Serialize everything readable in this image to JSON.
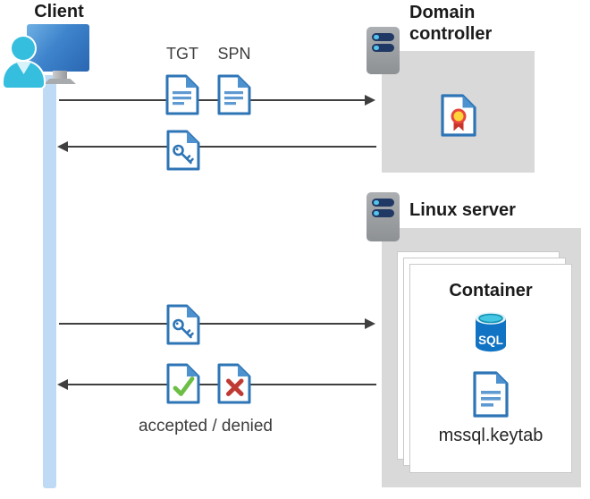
{
  "client": {
    "label": "Client"
  },
  "domain_controller": {
    "label": "Domain controller"
  },
  "linux_server": {
    "label": "Linux server"
  },
  "container": {
    "label": "Container",
    "sql_badge": "SQL",
    "keytab_label": "mssql.keytab"
  },
  "messages": {
    "tgt": "TGT",
    "spn": "SPN",
    "accepted_denied": "accepted / denied"
  },
  "icons": {
    "client": [
      "user-icon",
      "monitor-icon"
    ],
    "servers": [
      "server-icon"
    ],
    "documents": [
      "ticket-document-icon",
      "key-ticket-icon",
      "certificate-icon",
      "accepted-document-icon",
      "denied-document-icon",
      "keytab-document-icon"
    ],
    "database": [
      "sql-database-icon"
    ]
  },
  "colors": {
    "doc_border_blue": "#2e75b6",
    "doc_fold_blue": "#4e91cf",
    "doc_line_blue": "#5e9ad2",
    "person_cyan": "#35bede",
    "monitor_blue": "#3e84cc",
    "lifeline_blue": "#bfdaf4",
    "box_gray": "#d9d9d9",
    "arrow_gray": "#3f3f3f",
    "check_green": "#6cbe45",
    "deny_red": "#c03a34",
    "sql_body_blue": "#1173c4",
    "sql_top_cyan": "#45c6e3",
    "cert_badge_yellow": "#ffd33a",
    "cert_ribbon_red": "#c8342c"
  }
}
